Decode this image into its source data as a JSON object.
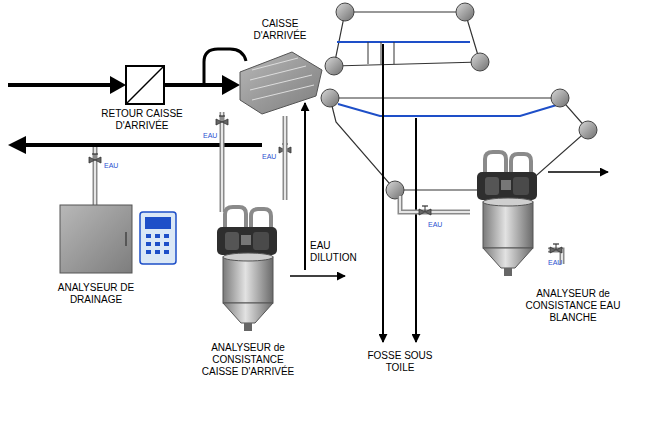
{
  "diagram": {
    "nodes": [
      {
        "text": [
          "CAISSE D'ARRIVÉE"
        ]
      },
      {
        "text": [
          "ANALYSEUR DE DRAINAGE"
        ]
      },
      {
        "text": [
          "ANALYSEUR de CONSISTANCE CAISSE D'ARRIVÉE"
        ]
      },
      {
        "text": [
          "ANALYSEUR de CONSISTANCE EAU BLANCHE"
        ]
      }
    ],
    "edges": [
      {
        "from": 0,
        "to": 2,
        "arrow": "none"
      }
    ],
    "labels": [
      "RETOUR CAISSE D'ARRIVÉE",
      "EAU",
      "EAU",
      "EAU",
      "EAU DILUTION",
      "FOSSE SOUS TOILE",
      "EAU",
      "EAU"
    ]
  }
}
